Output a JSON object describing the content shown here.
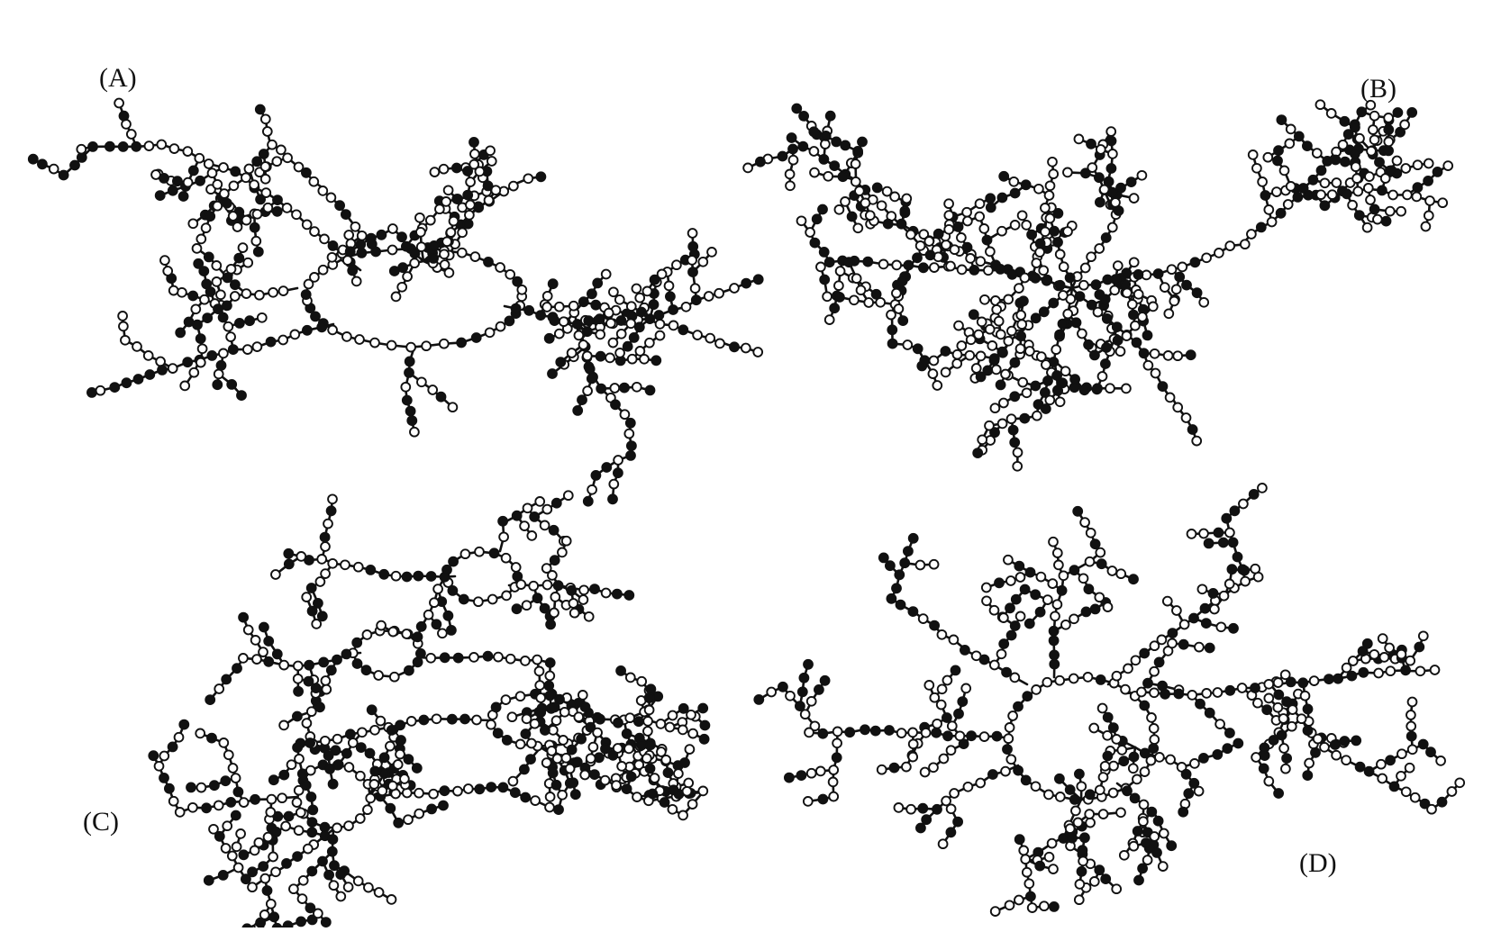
{
  "panels": [
    {
      "id": "a",
      "label": "(A)",
      "ring_count": 1,
      "seed": 11,
      "spread": 1.0
    },
    {
      "id": "b",
      "label": "(B)",
      "ring_count": 1,
      "seed": 29,
      "spread": 0.9
    },
    {
      "id": "c",
      "label": "(C)",
      "ring_count": 4,
      "seed": 47,
      "spread": 1.0
    },
    {
      "id": "d",
      "label": "(D)",
      "ring_count": 1,
      "seed": 73,
      "spread": 0.95
    }
  ],
  "colors": {
    "ink": "#111111",
    "background": "#ffffff",
    "open_node_fill": "#ffffff"
  },
  "node_styles": [
    "filled-circle",
    "open-circle"
  ]
}
